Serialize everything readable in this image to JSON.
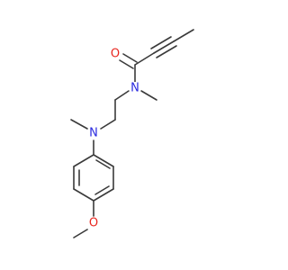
{
  "molecule": {
    "atoms": {
      "carbonyl_oxygen": "O",
      "amide_nitrogen": "N",
      "amine_nitrogen": "N",
      "ether_oxygen": "O"
    }
  },
  "colors": {
    "bond": "#3a3a3a",
    "oxygen": "#e8261f",
    "nitrogen": "#2a2adf",
    "background": "#ffffff"
  }
}
